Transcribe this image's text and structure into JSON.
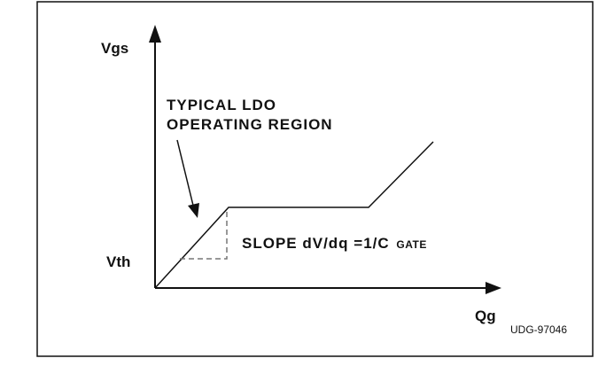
{
  "axes": {
    "y_label": "Vgs",
    "x_label": "Qg",
    "threshold_label": "Vth"
  },
  "annotation": {
    "line1": "TYPICAL LDO",
    "line2": "OPERATING REGION"
  },
  "slope": {
    "prefix": "SLOPE  dV/dq  =1/C",
    "subscript": "GATE"
  },
  "figure_id": "UDG-97046",
  "colors": {
    "ink": "#111111",
    "dash": "#777777",
    "background": "#ffffff"
  }
}
